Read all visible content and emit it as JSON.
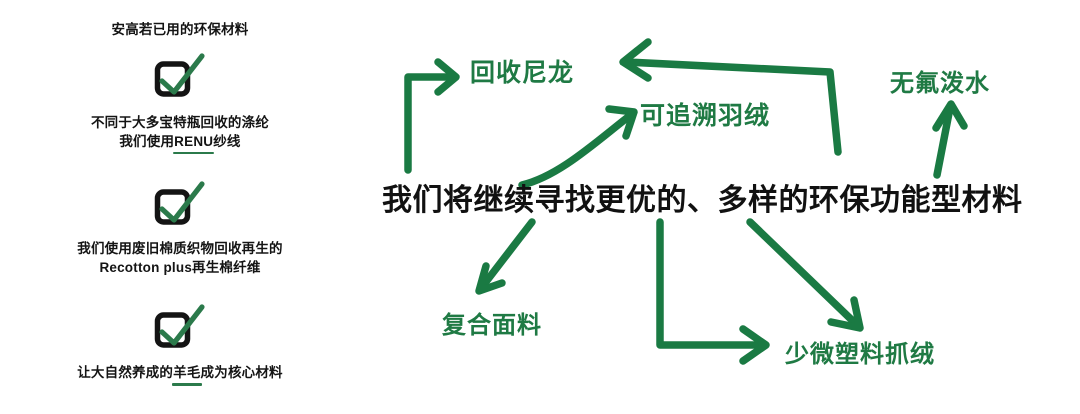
{
  "colors": {
    "green": "#1f7a44",
    "arrow_green": "#1a7a43",
    "black": "#141414",
    "background": "#ffffff"
  },
  "left_panel": {
    "heading": "安高若已用的环保材料",
    "items": [
      {
        "icon": "checkbox-check-icon",
        "lines": [
          "不同于大多宝特瓶回收的涤纶",
          "我们使用RENU纱线"
        ],
        "underlined_text": "RENU"
      },
      {
        "icon": "checkbox-check-icon",
        "lines": [
          "我们使用废旧棉质织物回收再生的",
          "Recotton plus再生棉纤维"
        ],
        "underlined_text": ""
      },
      {
        "icon": "checkbox-check-icon",
        "lines": [
          "让大自然养成的羊毛成为核心材料"
        ],
        "underlined_text": "羊毛"
      }
    ]
  },
  "diagram": {
    "headline": "我们将继续寻找更优的、多样的环保功能型材料",
    "nodes": [
      {
        "id": "recycled-nylon",
        "label": "回收尼龙"
      },
      {
        "id": "traceable-down",
        "label": "可追溯羽绒"
      },
      {
        "id": "fluorine-free-dwr",
        "label": "无氟泼水"
      },
      {
        "id": "composite-fabric",
        "label": "复合面料"
      },
      {
        "id": "low-microplastic-fleece",
        "label": "少微塑料抓绒"
      }
    ],
    "arrows": [
      {
        "id": "arrow-to-recycled-nylon",
        "from": "headline",
        "to": "recycled-nylon",
        "shape": "elbow-up-right"
      },
      {
        "id": "arrow-to-traceable-down",
        "from": "headline",
        "to": "traceable-down",
        "shape": "curve-up-right"
      },
      {
        "id": "arrow-from-right-to-nylon",
        "from": "headline",
        "to": "recycled-nylon",
        "shape": "elbow-up-left"
      },
      {
        "id": "arrow-to-dwr",
        "from": "headline",
        "to": "fluorine-free-dwr",
        "shape": "straight-up"
      },
      {
        "id": "arrow-to-composite-fabric",
        "from": "headline",
        "to": "composite-fabric",
        "shape": "diagonal-down-left"
      },
      {
        "id": "arrow-to-fleece-elbow",
        "from": "headline",
        "to": "low-microplastic-fleece",
        "shape": "elbow-down-right"
      },
      {
        "id": "arrow-to-fleece-diagonal",
        "from": "headline",
        "to": "low-microplastic-fleece",
        "shape": "diagonal-down-right"
      }
    ]
  }
}
